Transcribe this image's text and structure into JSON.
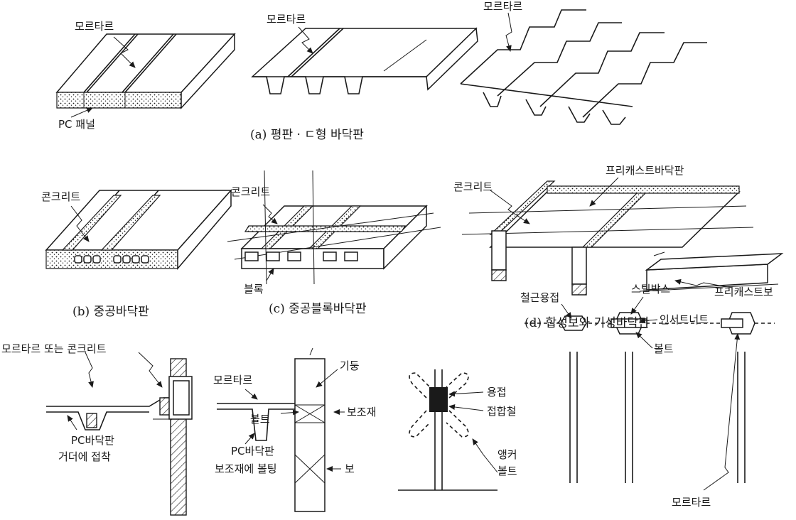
{
  "labels": {
    "a_mortar1": "모르타르",
    "a_mortar2": "모르타르",
    "a_mortar3": "모르타르",
    "a_pc_panel": "PC 패널",
    "b_concrete": "콘크리트",
    "c_concrete": "콘크리트",
    "c_block": "블록",
    "d_concrete": "콘크리트",
    "d_precast_slab": "프리캐스트바닥판",
    "d_precast_beam": "프리캐스트보",
    "e_mortar_or_concrete": "모르타르 또는 콘크리트",
    "e_pc_slab": "PC바닥판",
    "e_girder_bond": "거더에 접착",
    "f_mortar": "모르타르",
    "f_column": "기둥",
    "f_aux": "보조재",
    "f_bolt": "볼트",
    "f_beam": "보",
    "f_pc_slab": "PC바닥판",
    "f_aux_bolting": "보조재에 볼팅",
    "g_weld": "용접",
    "g_joint_plate": "접합철",
    "g_anchor": "앵커",
    "g_anchor_bolt": "볼트",
    "h_rebar_weld": "철근용접",
    "h_steel_box": "스틸박스",
    "h_insert_nut": "인서트너트",
    "h_bolt": "볼트",
    "h_mortar": "모르타르"
  },
  "captions": {
    "a": "(a) 평판 · ㄷ형 바닥판",
    "b": "(b) 중공바닥판",
    "c": "(c) 중공블록바닥판",
    "d": "(d) 합성보와 기성바닥판"
  }
}
